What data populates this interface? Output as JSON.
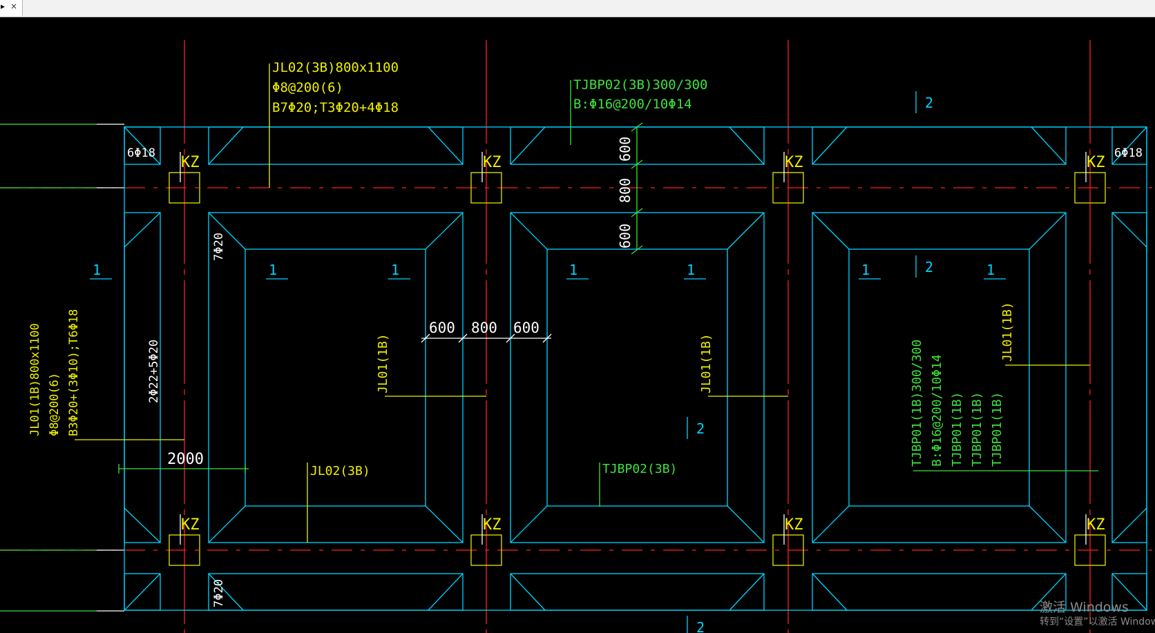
{
  "window": {
    "tab_glyph": "▸",
    "tab_close": "×"
  },
  "drawing": {
    "beam_labels": {
      "top_beam": [
        "JL02(3B)800x1100",
        "Φ8@200(6)",
        "B7Φ20;T3Φ20+4Φ18"
      ],
      "left_beam": [
        "JL01(1B)800x1100",
        "Φ8@200(6)",
        "B3Φ20+(3Φ10);T6Φ18"
      ],
      "bottom_beam_ref": "JL02(3B)",
      "vertical_beam_refs": [
        "JL01(1B)",
        "JL01(1B)",
        "JL01(1B)"
      ]
    },
    "slab_labels": {
      "top_slab": [
        "TJBP02(3B)300/300",
        "B:Φ16@200/10Φ14"
      ],
      "bottom_slab_ref": "TJBP02(3B)",
      "right_slab": [
        "TJBP01(1B)300/300",
        "B:Φ16@200/10Φ14",
        "TJBP01(1B)",
        "TJBP01(1B)",
        "TJBP01(1B)"
      ]
    },
    "column_tag": "KZ",
    "dimensions": {
      "d600": "600",
      "d800": "800",
      "d2000": "2000"
    },
    "rebar_notes": {
      "corner": "6Φ18",
      "edge": "7Φ20",
      "side": "2Φ22+5Φ20"
    },
    "section_marks": {
      "one": "1",
      "two": "2"
    },
    "colors": {
      "background": "#000000",
      "outline": "#00d4ff",
      "axis": "#ff2020",
      "annotation": "#f0f000",
      "slab_text": "#40e040",
      "dimension": "#ffffff",
      "column": "#e8e800"
    }
  },
  "watermark": {
    "title": "激活 Windows",
    "subtitle": "转到“设置”以激活 Windows。"
  }
}
